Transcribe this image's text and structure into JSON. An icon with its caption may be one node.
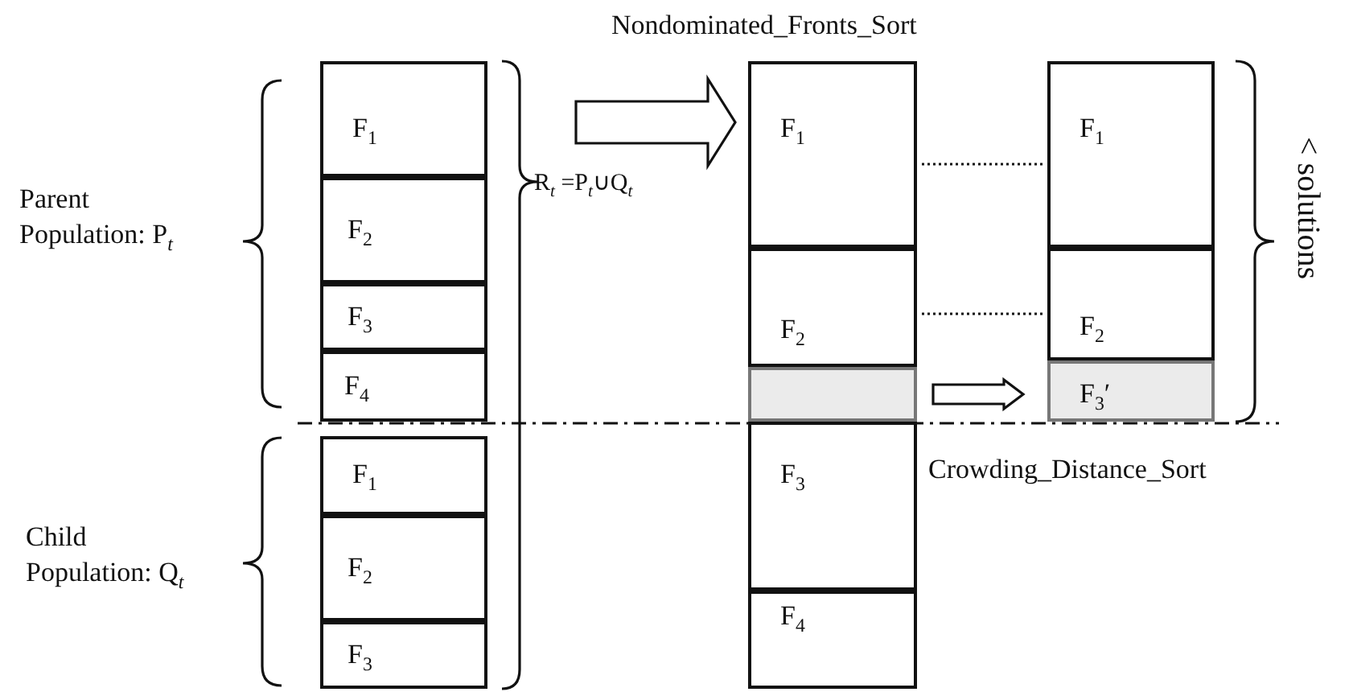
{
  "diagram": {
    "nodes": [
      {
        "text": [
          "F$_{1}$"
        ]
      },
      {
        "text": [
          "F$_{2}$"
        ]
      },
      {
        "text": [
          "F$_{3}$"
        ]
      },
      {
        "text": [
          "F$_{4}$"
        ]
      },
      {
        "text": [
          "F$_{1}$"
        ]
      },
      {
        "text": [
          "F$_{2}$"
        ]
      },
      {
        "text": [
          "F$_{3}$"
        ]
      },
      {
        "text": [
          "F$_{1}$"
        ]
      },
      {
        "text": [
          "F$_{2}$"
        ]
      },
      {
        "text": [],
        "shape": "box"
      },
      {
        "text": [
          "F$_{3}$"
        ]
      },
      {
        "text": [
          "F$_{4}$"
        ]
      },
      {
        "text": [
          "F$_{1}$"
        ]
      },
      {
        "text": [
          "F$_{2}$"
        ]
      },
      {
        "text": [
          "F$_{3}$′"
        ]
      }
    ],
    "edges": [
      {
        "from": null,
        "to": 7,
        "arrow": "to",
        "label": "Nondominated_Fronts_Sort"
      },
      {
        "from": 7,
        "to": 12,
        "arrow": "none",
        "style": "dashed"
      },
      {
        "from": 8,
        "to": 13,
        "arrow": "none",
        "style": "dashed"
      },
      {
        "from": 9,
        "to": 14,
        "arrow": "to",
        "label": "Crowding_Distance_Sort"
      }
    ],
    "labels": [
      "Parent Population: P$_{t}$",
      "R$_{t}$ =P$_{t}$∪Q$_{t}$",
      "< solutions",
      "Child Population: Q$_{t}$"
    ]
  }
}
